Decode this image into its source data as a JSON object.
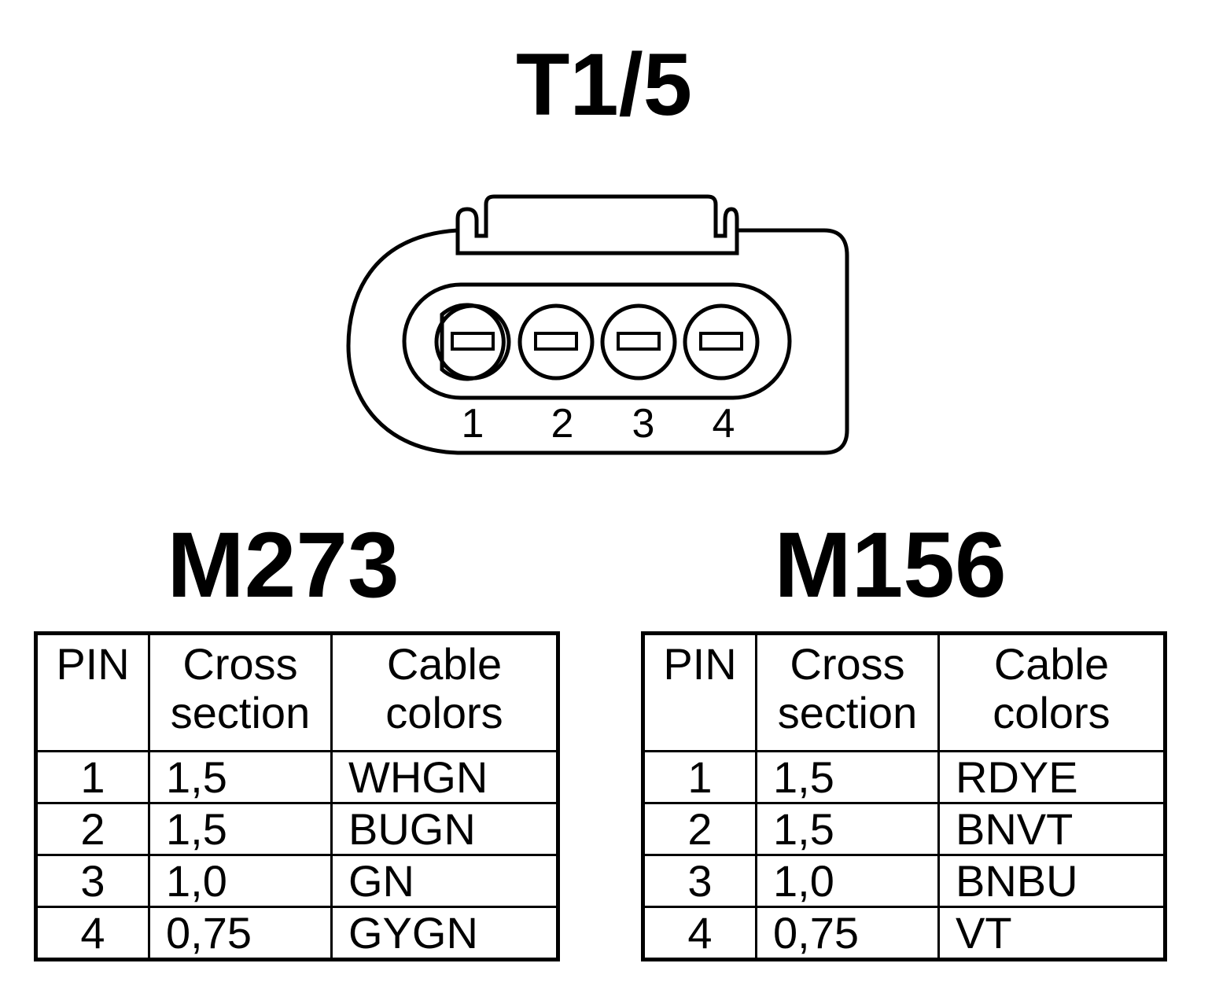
{
  "connector": {
    "title": "T1/5",
    "pin_numbers": [
      "1",
      "2",
      "3",
      "4"
    ]
  },
  "tables": [
    {
      "title": "M273",
      "headers": {
        "pin": "PIN",
        "cross_1": "Cross",
        "cross_2": "section",
        "color_1": "Cable",
        "color_2": "colors"
      },
      "rows": [
        {
          "pin": "1",
          "cross_section": "1,5",
          "color": "WHGN"
        },
        {
          "pin": "2",
          "cross_section": "1,5",
          "color": "BUGN"
        },
        {
          "pin": "3",
          "cross_section": "1,0",
          "color": "GN"
        },
        {
          "pin": "4",
          "cross_section": "0,75",
          "color": "GYGN"
        }
      ]
    },
    {
      "title": "M156",
      "headers": {
        "pin": "PIN",
        "cross_1": "Cross",
        "cross_2": "section",
        "color_1": "Cable",
        "color_2": "colors"
      },
      "rows": [
        {
          "pin": "1",
          "cross_section": "1,5",
          "color": "RDYE"
        },
        {
          "pin": "2",
          "cross_section": "1,5",
          "color": "BNVT"
        },
        {
          "pin": "3",
          "cross_section": "1,0",
          "color": "BNBU"
        },
        {
          "pin": "4",
          "cross_section": "0,75",
          "color": "VT"
        }
      ]
    }
  ]
}
